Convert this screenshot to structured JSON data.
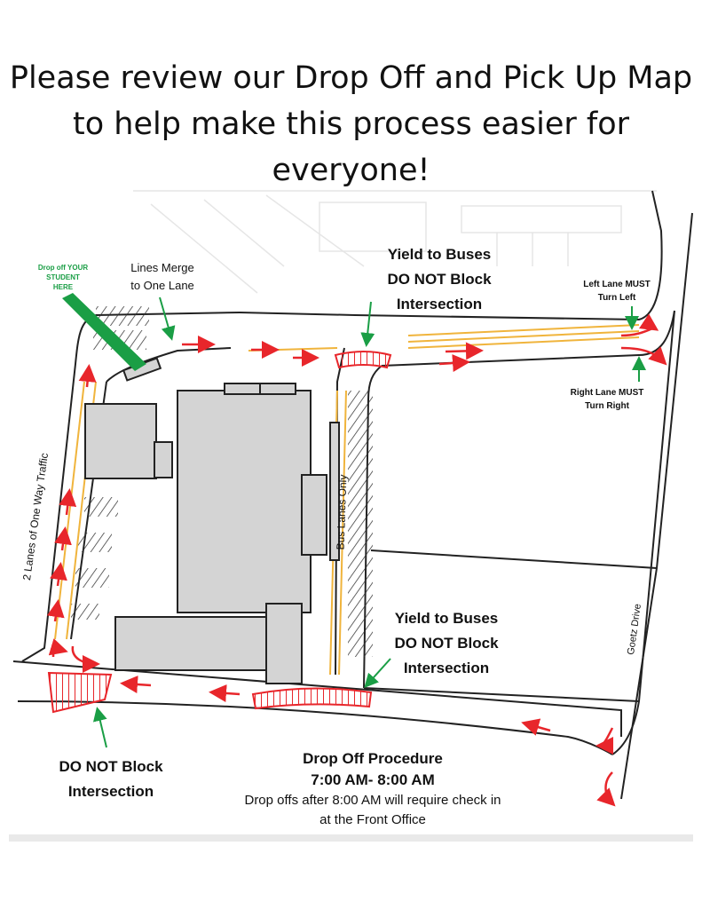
{
  "headline": {
    "line1": "Please review our Drop Off and Pick Up Map",
    "line2": "to help make this process easier for",
    "line3": "everyone!"
  },
  "labels": {
    "drop_off_student": [
      "Drop off YOUR",
      "STUDENT",
      "HERE"
    ],
    "lines_merge": [
      "Lines Merge",
      "to One Lane"
    ],
    "yield_top": [
      "Yield to Buses",
      "DO NOT Block",
      "Intersection"
    ],
    "left_lane": [
      "Left Lane MUST",
      "Turn Left"
    ],
    "right_lane": [
      "Right Lane MUST",
      "Turn Right"
    ],
    "one_way": "2 Lanes of One Way Traffic",
    "bus_lanes": "Bus Lanes Only",
    "yield_bottom": [
      "Yield to Buses",
      "DO NOT Block",
      "Intersection"
    ],
    "street": "Goetz Drive",
    "do_not_block": [
      "DO NOT Block",
      "Intersection"
    ]
  },
  "procedure": {
    "title": "Drop Off Procedure",
    "time": "7:00 AM- 8:00 AM",
    "note_line1": "Drop offs after 8:00 AM will require check in",
    "note_line2": "at the Front Office"
  },
  "colors": {
    "arrow_red": "#e8262b",
    "pointer_green": "#1a9e45",
    "lane_yellow": "#f0b43c",
    "building_gray": "#d4d4d4",
    "hatch_red": "#e8262b"
  }
}
